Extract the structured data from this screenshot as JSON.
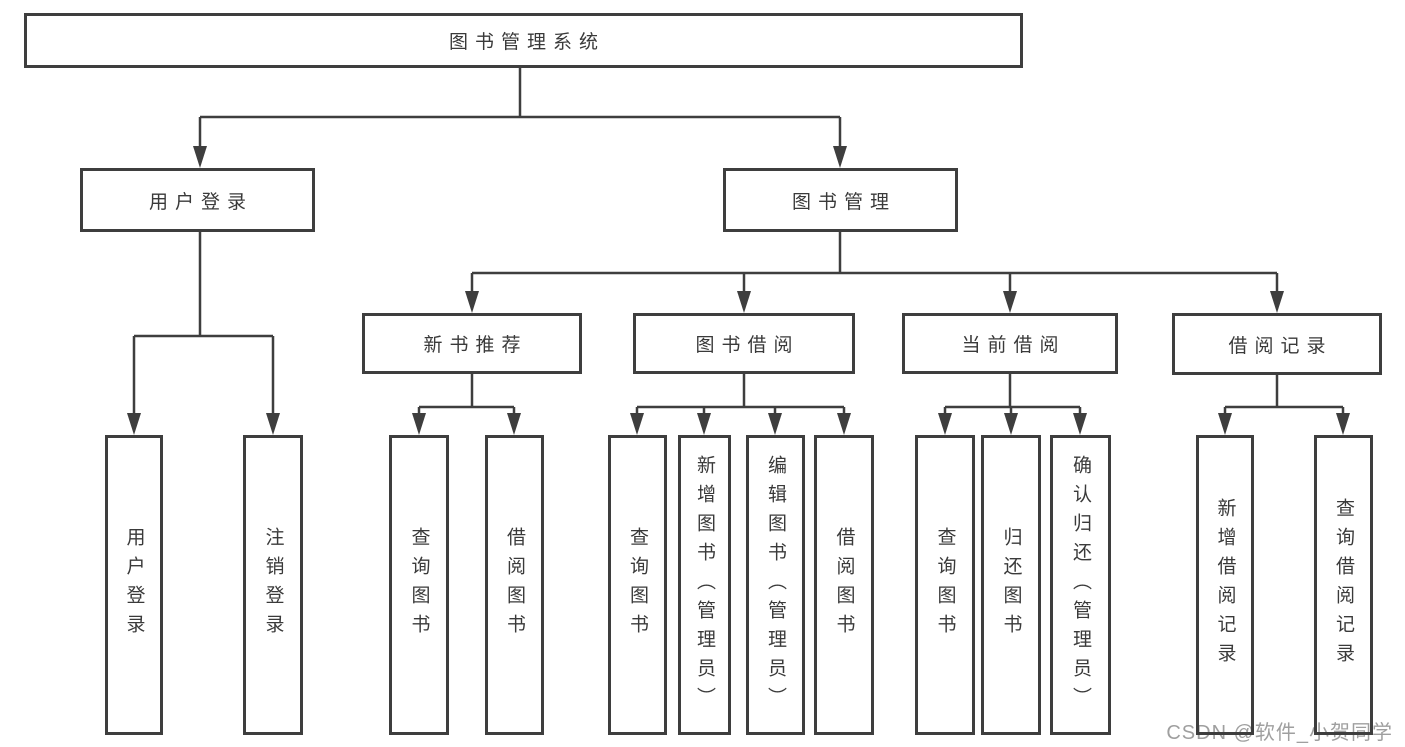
{
  "diagram": {
    "nodes": {
      "root": "图书管理系统",
      "level2": {
        "user_login": "用户登录",
        "book_management": "图书管理"
      },
      "level3": {
        "new_book_recommend": "新书推荐",
        "book_borrow": "图书借阅",
        "current_borrow": "当前借阅",
        "borrow_records": "借阅记录"
      },
      "leaves": {
        "user_login": "用户登录",
        "logout": "注销登录",
        "nbr_query_book": "查询图书",
        "nbr_borrow_book": "借阅图书",
        "bb_query_book": "查询图书",
        "bb_add_book": "新增图书（管理员）",
        "bb_edit_book": "编辑图书（管理员）",
        "bb_borrow_book": "借阅图书",
        "cb_query_book": "查询图书",
        "cb_return_book": "归还图书",
        "cb_confirm_return": "确认归还（管理员）",
        "br_add_record": "新增借阅记录",
        "br_query_record": "查询借阅记录"
      }
    },
    "colors": {
      "line": "#3e3e3e",
      "box_border": "#3e3e3e",
      "box_fill": "#ffffff",
      "text": "#3a3a3a",
      "background": "#ffffff",
      "watermark": "#9f9f9f"
    }
  },
  "watermark": "CSDN @软件_小贺同学"
}
